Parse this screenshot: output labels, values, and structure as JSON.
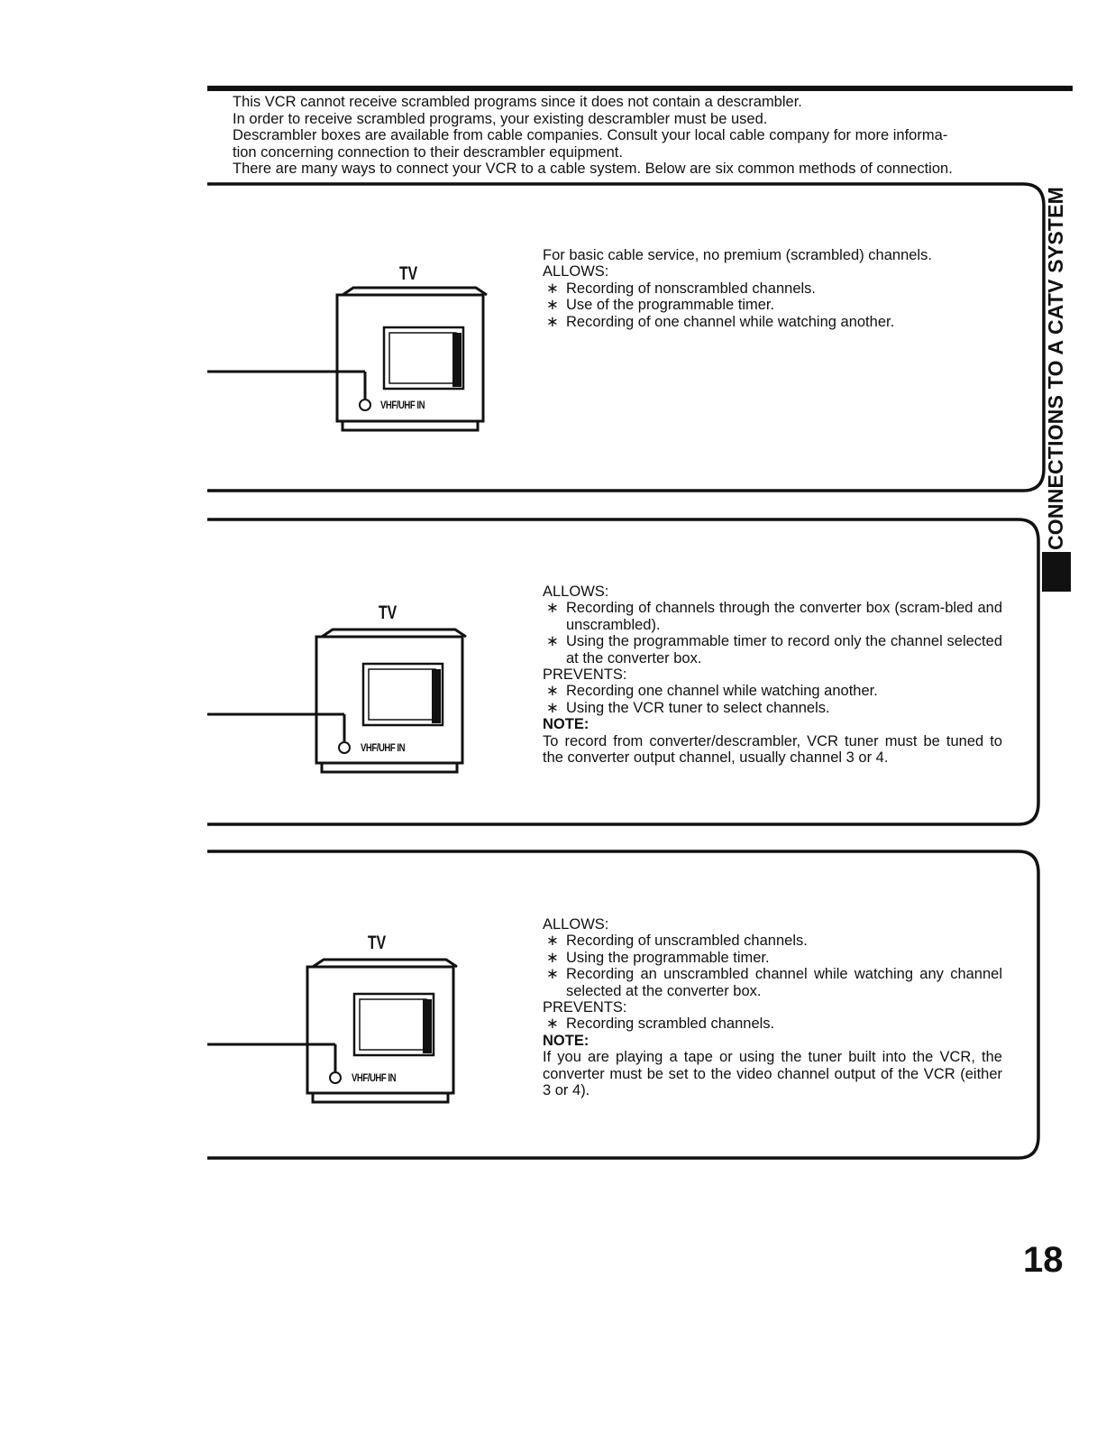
{
  "intro": {
    "lines": [
      "This VCR cannot receive scrambled programs since it does not contain a descrambler.",
      "In order to receive scrambled programs, your existing descrambler must be used.",
      "Descrambler boxes are available from cable companies. Consult your local cable company for more informa-",
      "tion concerning connection to their descrambler equipment.",
      "There are many ways to connect your VCR to a cable system. Below are six common methods of connection."
    ]
  },
  "side_title": "CONNECTIONS TO A CATV SYSTEM",
  "page_number": "18",
  "panels": [
    {
      "tv_label": "TV",
      "tv_port": "VHF/UHF IN",
      "lead": "For basic cable service, no premium (scrambled) channels.",
      "allows_heading": "ALLOWS:",
      "allows": [
        "Recording of nonscrambled channels.",
        "Use of the programmable timer.",
        "Recording of one channel while watching another."
      ]
    },
    {
      "tv_label": "TV",
      "tv_port": "VHF/UHF IN",
      "allows_heading": "ALLOWS:",
      "allows": [
        "Recording of channels through the converter box (scram-bled and unscrambled).",
        "Using the programmable timer to record only the channel selected at the converter box."
      ],
      "prevents_heading": "PREVENTS:",
      "prevents": [
        "Recording one channel while watching another.",
        "Using the VCR tuner to select channels."
      ],
      "note_heading": "NOTE:",
      "note": "To record from converter/descrambler, VCR tuner must be tuned to the converter output channel, usually channel 3 or 4."
    },
    {
      "tv_label": "TV",
      "tv_port": "VHF/UHF IN",
      "allows_heading": "ALLOWS:",
      "allows": [
        "Recording of unscrambled channels.",
        "Using the programmable timer.",
        "Recording an unscrambled channel while watching any channel selected at the converter box."
      ],
      "prevents_heading": "PREVENTS:",
      "prevents": [
        "Recording scrambled channels."
      ],
      "note_heading": "NOTE:",
      "note": "If you are playing a tape or using the tuner built into the VCR, the converter must be set to the video channel output of the VCR (either 3 or 4)."
    }
  ]
}
